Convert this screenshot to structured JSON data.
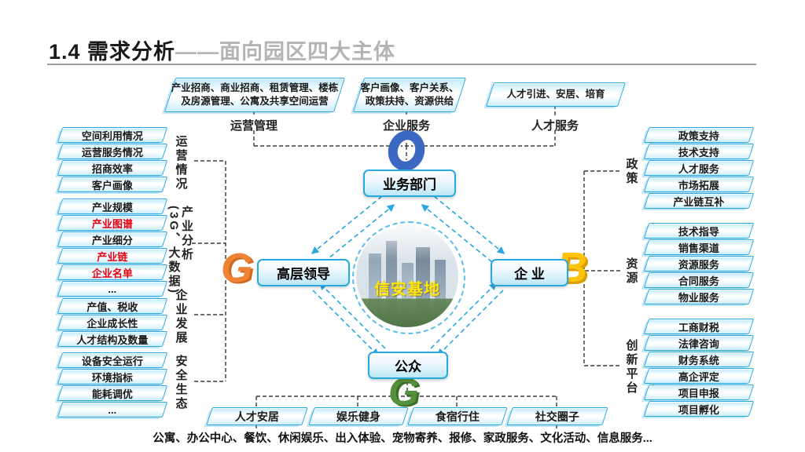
{
  "slide": {
    "title_black": "1.4 需求分析",
    "title_gray": "——面向园区四大主体"
  },
  "top_groups": [
    {
      "box": "产业招商、商业招商、租赁管理、楼栋及房源管理、公寓及共享空间运营",
      "label": "运营管理"
    },
    {
      "box": "客户画像、客户关系、政策扶持、资源供给",
      "label": "企业服务"
    },
    {
      "box": "人才引进、安居、培育",
      "label": "人才服务"
    }
  ],
  "left_panel": {
    "group_labels": [
      {
        "label": "运营情况",
        "sublabel": ""
      },
      {
        "label": "产业分析",
        "sublabel": "(3G、大数据)"
      },
      {
        "label": "企业发展",
        "sublabel": ""
      },
      {
        "label": "安全生态",
        "sublabel": ""
      }
    ],
    "items": [
      {
        "text": "空间利用情况",
        "red": false
      },
      {
        "text": "运营服务情况",
        "red": false
      },
      {
        "text": "招商效率",
        "red": false
      },
      {
        "text": "客户画像",
        "red": false
      },
      {
        "text": "产业规模",
        "red": false
      },
      {
        "text": "产业图谱",
        "red": true
      },
      {
        "text": "产业细分",
        "red": false
      },
      {
        "text": "产业链",
        "red": true
      },
      {
        "text": "企业名单",
        "red": true
      },
      {
        "text": "...",
        "red": false
      },
      {
        "text": "产值、税收",
        "red": false
      },
      {
        "text": "企业成长性",
        "red": false
      },
      {
        "text": "人才结构及数量",
        "red": false
      },
      {
        "text": "设备安全运行",
        "red": false
      },
      {
        "text": "环境指标",
        "red": false
      },
      {
        "text": "能耗调优",
        "red": false
      },
      {
        "text": "...",
        "red": false
      }
    ]
  },
  "right_panel": {
    "group_labels": [
      "政策",
      "资源",
      "创新平台"
    ],
    "items": [
      "政策支持",
      "技术支持",
      "人才服务",
      "市场拓展",
      "产业链互补",
      "技术指导",
      "销售渠道",
      "资源服务",
      "合同服务",
      "物业服务",
      "工商财税",
      "法律咨询",
      "财务系统",
      "高企评定",
      "项目申报",
      "项目孵化"
    ]
  },
  "center": {
    "nodes": {
      "top": {
        "label": "业务部门",
        "icon_letter": "O",
        "icon_color": "#3b68c0"
      },
      "left": {
        "label": "高层领导",
        "icon_letter": "G",
        "icon_color": "#ef8234"
      },
      "right": {
        "label": "企  业",
        "icon_letter": "B",
        "icon_color": "#ffc40a"
      },
      "bottom": {
        "label": "公众",
        "icon_letter": "G",
        "icon_color": "#55913c"
      }
    },
    "hub_label": "信安基地"
  },
  "bottom_row": {
    "boxes": [
      "人才安居",
      "娱乐健身",
      "食宿行住",
      "社交圈子"
    ],
    "caption": "公寓、办公中心、餐饮、休闲娱乐、出入体验、宠物寄养、报修、家政服务、文化活动、信息服务..."
  },
  "colors": {
    "accent_cyan": "#29a8df",
    "red_text": "#e60012",
    "arrow_blue": "#29a8df"
  }
}
